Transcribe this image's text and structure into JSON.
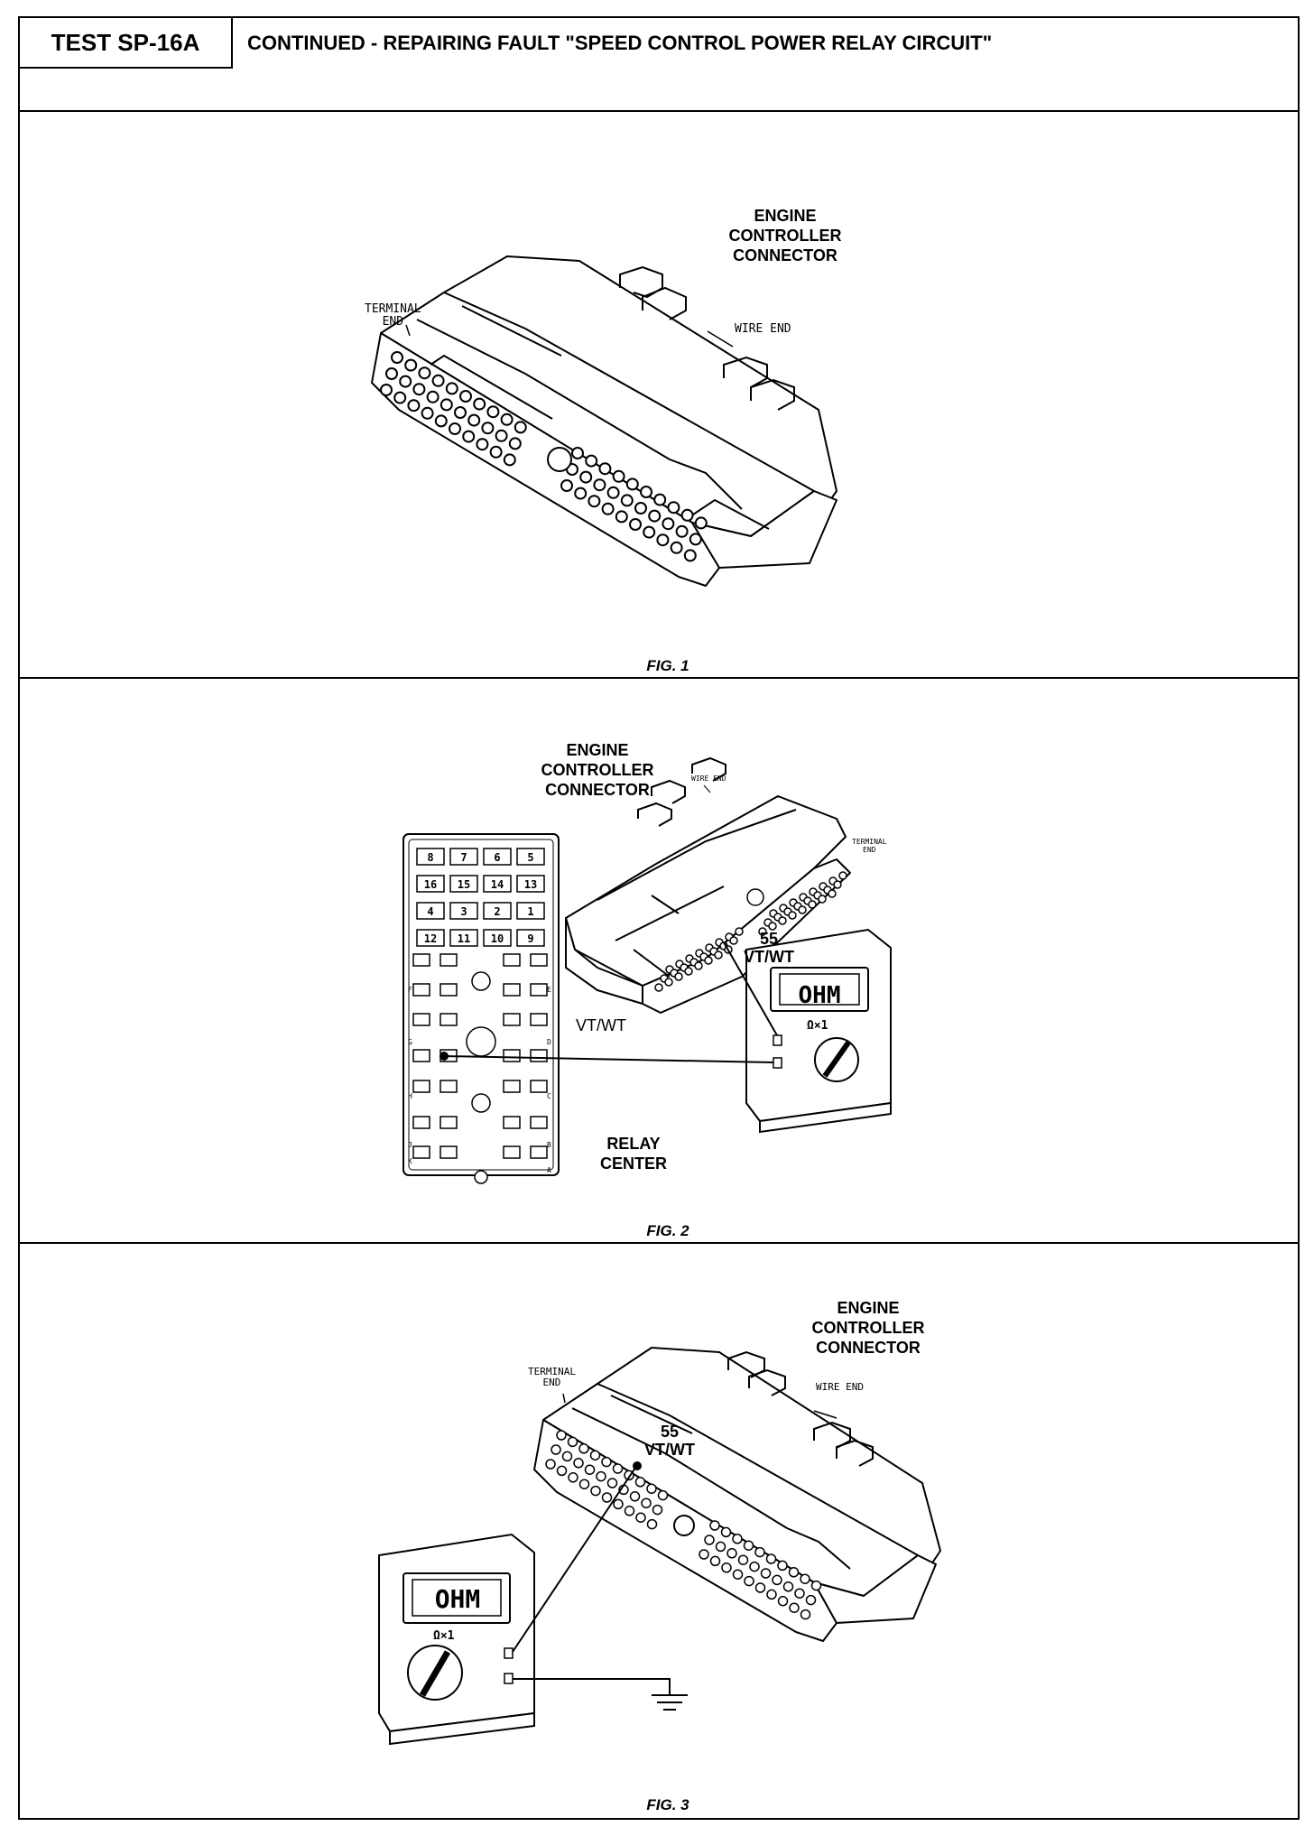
{
  "header": {
    "test_id": "TEST SP-16A",
    "title": "CONTINUED - REPAIRING FAULT \"SPEED CONTROL POWER RELAY CIRCUIT\""
  },
  "fig1": {
    "connector_label": "ENGINE\nCONTROLLER\nCONNECTOR",
    "terminal_end": "TERMINAL\nEND",
    "wire_end": "WIRE END",
    "caption": "FIG. 1"
  },
  "fig2": {
    "connector_label": "ENGINE\nCONTROLLER\nCONNECTOR",
    "wire_end": "WIRE END",
    "terminal_end": "TERMINAL\nEND",
    "pin_label": "55\nVT/WT",
    "meter_display": "OHM",
    "meter_range": "Ω×1",
    "relay_wire": "VT/WT",
    "relay_center": "RELAY\nCENTER",
    "fuse_numbers": [
      "8",
      "7",
      "6",
      "5",
      "16",
      "15",
      "14",
      "13",
      "4",
      "3",
      "2",
      "1",
      "12",
      "11",
      "10",
      "9"
    ],
    "relay_letters": [
      "F",
      "E",
      "G",
      "D",
      "H",
      "C",
      "J",
      "B",
      "K",
      "A"
    ],
    "caption": "FIG. 2"
  },
  "fig3": {
    "connector_label": "ENGINE\nCONTROLLER\nCONNECTOR",
    "terminal_end": "TERMINAL\nEND",
    "wire_end": "WIRE END",
    "pin_label": "55\nVT/WT",
    "meter_display": "OHM",
    "meter_range": "Ω×1",
    "caption": "FIG. 3"
  }
}
